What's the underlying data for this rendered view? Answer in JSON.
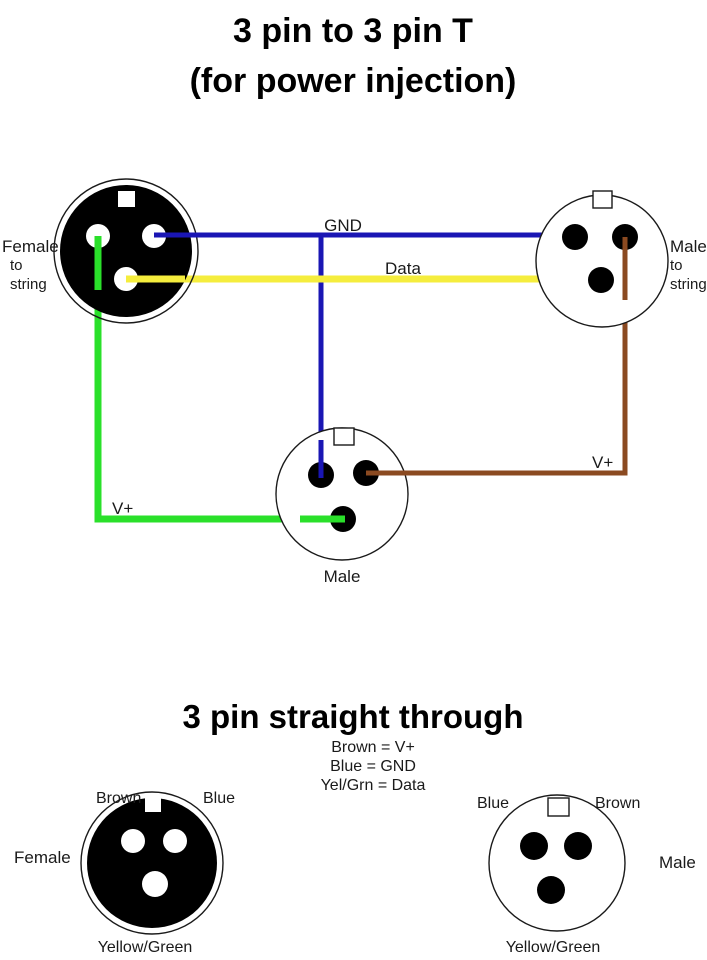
{
  "titles": {
    "main_line1": "3 pin to 3 pin T",
    "main_line2": "(for power injection)",
    "secondary": "3 pin straight through"
  },
  "colors": {
    "gnd_blue": "#1a16b4",
    "data_yellow": "#f5ed3d",
    "vplus_green": "#2ae02a",
    "vplus_brown": "#8b4a21",
    "connector_body_fill": "#000000",
    "connector_outline": "#1a1a1a",
    "pin_light": "#ffffff",
    "pin_dark": "#000000",
    "background": "#ffffff"
  },
  "top_diagram": {
    "wire_labels": {
      "gnd": "GND",
      "data": "Data",
      "vplus_left": "V+",
      "vplus_right": "V+"
    },
    "connectors": [
      {
        "id": "female-to-string",
        "role": "female",
        "label_lines": [
          "Female",
          "to",
          "string"
        ],
        "style": "filled",
        "pins": [
          {
            "name": "pin-upper-left",
            "wire": "V+",
            "wire_color": "#2ae02a"
          },
          {
            "name": "pin-upper-right",
            "wire": "GND",
            "wire_color": "#1a16b4"
          },
          {
            "name": "pin-lower-center",
            "wire": "Data",
            "wire_color": "#f5ed3d"
          }
        ]
      },
      {
        "id": "male-to-string",
        "role": "male",
        "label_lines": [
          "Male",
          "to",
          "string"
        ],
        "style": "outline",
        "pins": [
          {
            "name": "pin-upper-left",
            "wire": "GND",
            "wire_color": "#1a16b4"
          },
          {
            "name": "pin-upper-right",
            "wire": "V+",
            "wire_color": "#8b4a21"
          },
          {
            "name": "pin-lower-center",
            "wire": "Data",
            "wire_color": "#f5ed3d"
          }
        ]
      },
      {
        "id": "male-injection",
        "role": "male",
        "label_lines": [
          "Male"
        ],
        "style": "outline",
        "pins": [
          {
            "name": "pin-upper-left",
            "wire": "GND",
            "wire_color": "#1a16b4"
          },
          {
            "name": "pin-upper-right",
            "wire": "V+",
            "wire_color": "#8b4a21"
          },
          {
            "name": "pin-lower-center",
            "wire": "V+",
            "wire_color": "#2ae02a"
          }
        ]
      }
    ]
  },
  "legend": {
    "lines": [
      "Brown = V+",
      "Blue = GND",
      "Yel/Grn = Data"
    ]
  },
  "bottom_diagram": {
    "female": {
      "role_label": "Female",
      "style": "filled",
      "pin_labels": {
        "upper_left": "Brown",
        "upper_right": "Blue",
        "bottom": "Yellow/Green"
      }
    },
    "male": {
      "role_label": "Male",
      "style": "outline",
      "pin_labels": {
        "upper_left": "Blue",
        "upper_right": "Brown",
        "bottom": "Yellow/Green"
      }
    }
  }
}
